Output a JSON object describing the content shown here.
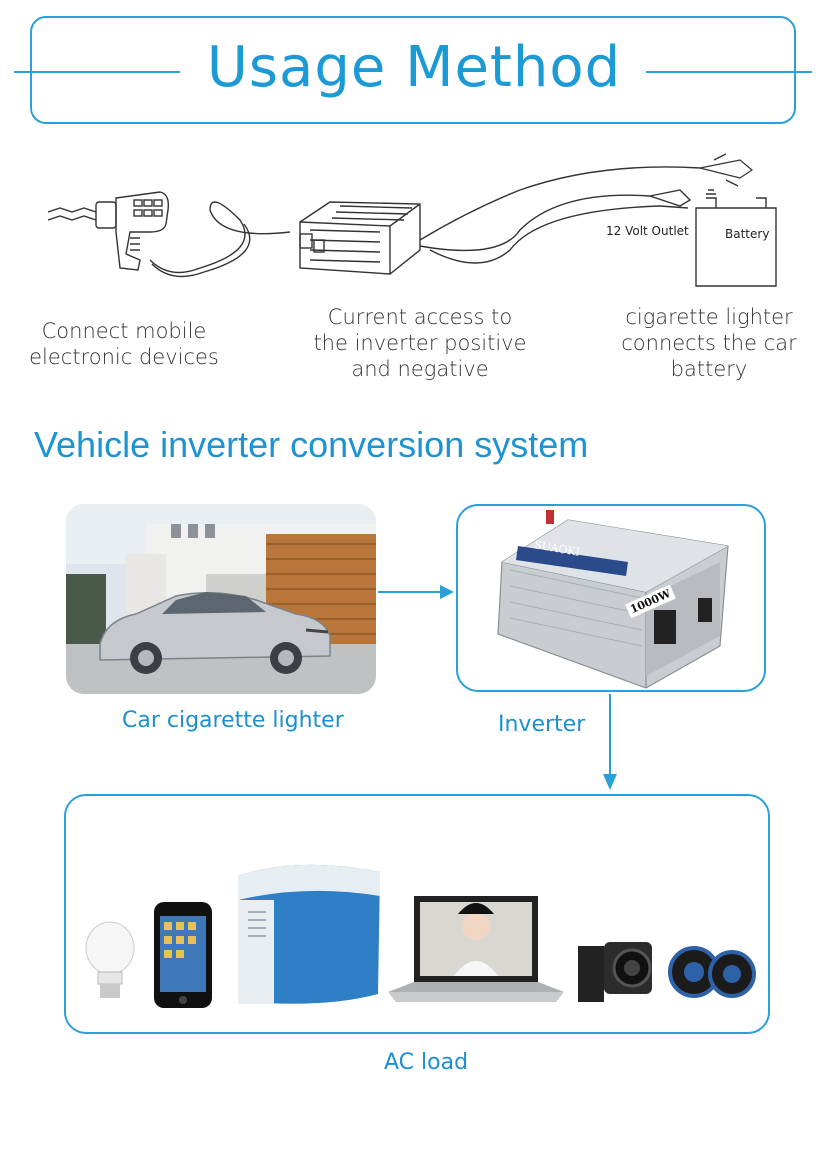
{
  "header": {
    "title": "Usage Method"
  },
  "usage": {
    "step1": {
      "line1": "Connect mobile",
      "line2": "electronic devices"
    },
    "step2": {
      "line1": "Current access to",
      "line2": "the inverter positive",
      "line3": "and negative"
    },
    "step3": {
      "line1": "cigarette lighter",
      "line2": "connects the car",
      "line3": "battery"
    },
    "outlet_label": "12 Volt Outlet",
    "battery_label": "Battery"
  },
  "system": {
    "title": "Vehicle inverter conversion system",
    "car_label": "Car cigarette lighter",
    "inverter_label": "Inverter",
    "inverter_brand": "SUAOKI",
    "inverter_power": "1000W",
    "load_label": "AC load"
  },
  "colors": {
    "accent": "#1c9ad6",
    "frame": "#2aa0d8"
  },
  "icons": [
    "drill-icon",
    "inverter-icon",
    "battery-icon",
    "car-photo",
    "bulb-icon",
    "phone-icon",
    "cooler-icon",
    "laptop-icon",
    "camera-icon",
    "speaker-icon"
  ]
}
